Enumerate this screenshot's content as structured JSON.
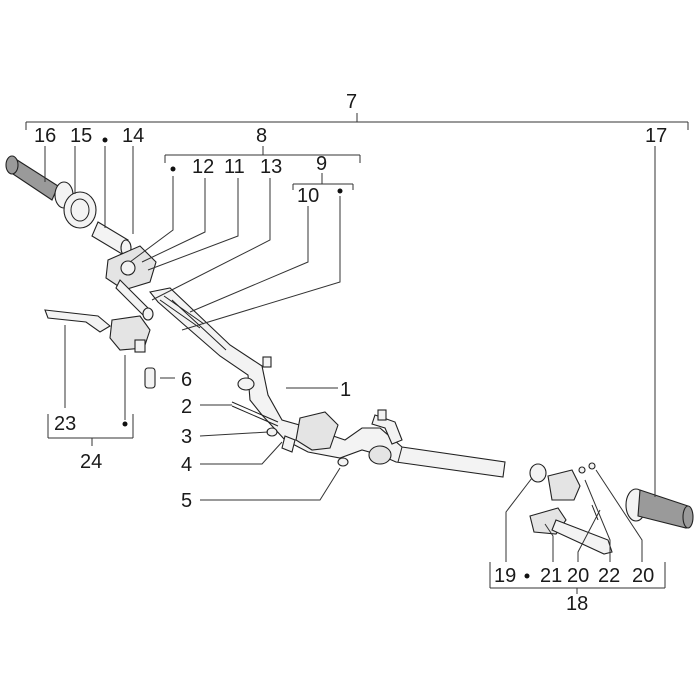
{
  "labels": {
    "l1": "1",
    "l2": "2",
    "l3": "3",
    "l4": "4",
    "l5": "5",
    "l6": "6",
    "l7": "7",
    "l8": "8",
    "l9": "9",
    "l10": "10",
    "l11": "11",
    "l12": "12",
    "l13": "13",
    "l14": "14",
    "l15": "15",
    "l16": "16",
    "l17": "17",
    "l18": "18",
    "l19": "19",
    "l20a": "20",
    "l20b": "20",
    "l21": "21",
    "l22": "22",
    "l23": "23",
    "l24": "24"
  }
}
